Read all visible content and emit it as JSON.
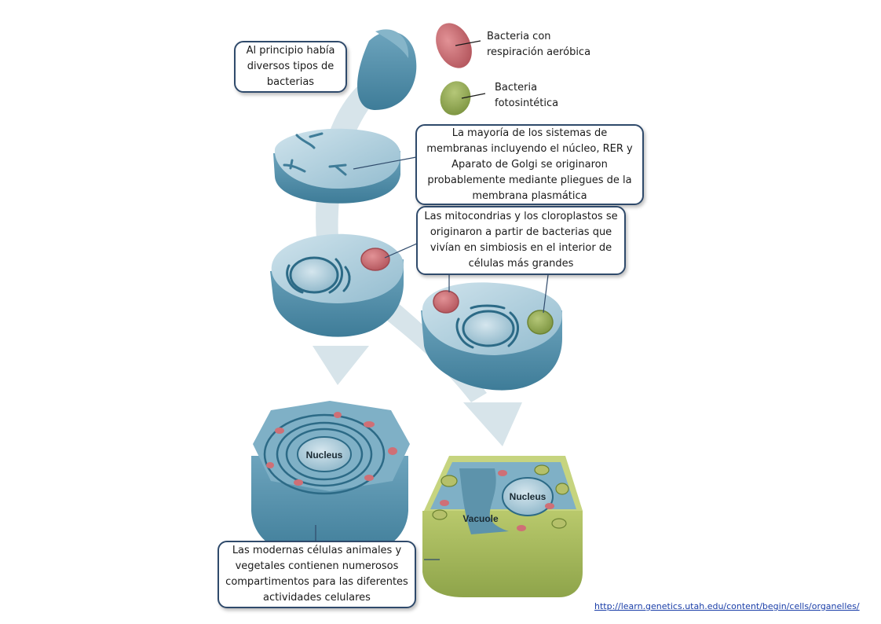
{
  "legend": {
    "aerobic_bacteria": "Bacteria con respiración aeróbica",
    "photosynthetic_bacteria": "Bacteria fotosintética"
  },
  "callouts": {
    "early_bacteria": "Al principio había diversos tipos de bacterias",
    "membrane_systems": "La mayoría de los sistemas de membranas incluyendo el núcleo, RER y Aparato de Golgi se originaron probablemente mediante pliegues de la membrana plasmática",
    "endosymbiosis": "Las mitocondrias y los cloroplastos se originaron a partir de bacterias que vivían en simbiosis en el interior de células más grandes",
    "modern_cells": "Las modernas células animales y vegetales contienen numerosos compartimentos para las diferentes actividades celulares"
  },
  "cell_labels": {
    "animal_nucleus": "Nucleus",
    "plant_nucleus": "Nucleus",
    "vacuole": "Vacuole"
  },
  "source": "http://learn.genetics.utah.edu/content/begin/cells/organelles/",
  "colors": {
    "cell_blue": "#5b93ad",
    "cell_blue_dark": "#2c6a86",
    "cell_blue_light": "#a9cbda",
    "mito_red": "#c8676e",
    "chloro_green": "#8fa74d",
    "plant_wall": "#a9bd5c",
    "callout_border": "#2f4a6b"
  }
}
